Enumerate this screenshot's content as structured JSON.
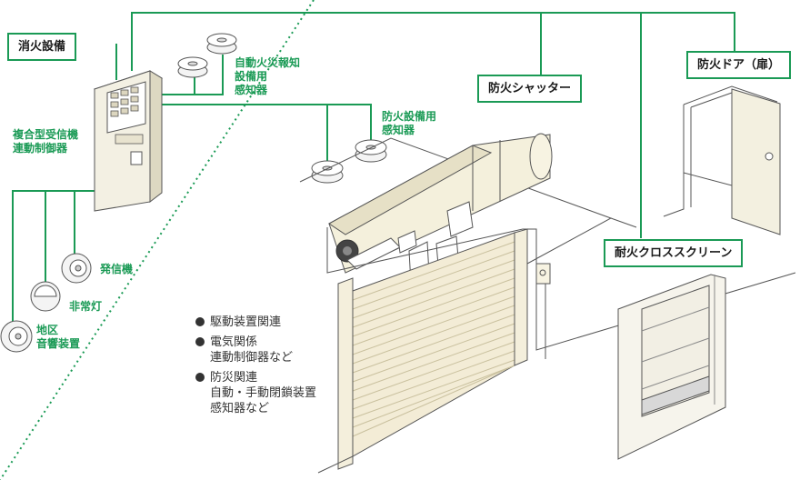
{
  "labels": {
    "fire_equipment": "消火設備",
    "shutter": "防火シャッター",
    "door": "防火ドア（扉）",
    "screen": "耐火クロススクリーン"
  },
  "green_texts": {
    "receiver": "複合型受信機\n連動制御器",
    "auto_detector": "自動火災報知\n設備用\n感知器",
    "fire_detector": "防火設備用\n感知器",
    "transmitter": "発信機",
    "emergency_light": "非常灯",
    "alarm": "地区\n音響装置"
  },
  "bullets": [
    "駆動装置関連",
    "電気関係\n連動制御器など",
    "防災関連\n自動・手動閉鎖装置\n感知器など"
  ],
  "colors": {
    "accent": "#1a9a55",
    "line": "#555555",
    "fill": "#f3f0e3"
  }
}
